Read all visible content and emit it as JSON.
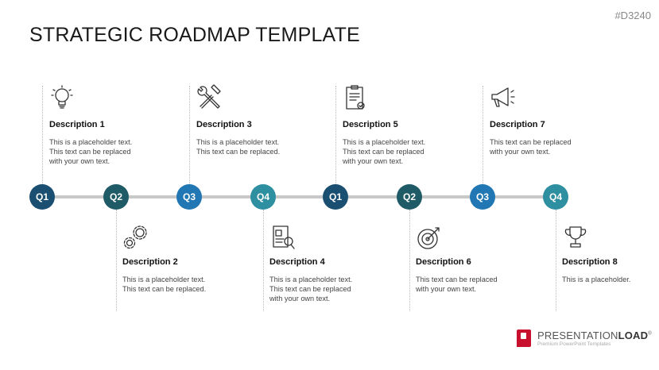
{
  "code": "#D3240",
  "title": "STRATEGIC ROADMAP TEMPLATE",
  "colors": {
    "q1": "#1b4f72",
    "q2": "#1f5b66",
    "q3": "#2077b3",
    "q4": "#2e8fa0",
    "track": "#c8c8c8"
  },
  "nodes": [
    "Q1",
    "Q2",
    "Q3",
    "Q4",
    "Q1",
    "Q2",
    "Q3",
    "Q4"
  ],
  "items": [
    {
      "title": "Description 1",
      "text": "This is a placeholder text. This text can be replaced with your own text.",
      "icon": "lightbulb-icon"
    },
    {
      "title": "Description 2",
      "text": "This is a placeholder text. This text can be replaced.",
      "icon": "gears-icon"
    },
    {
      "title": "Description 3",
      "text": "This is a placeholder text. This text can be replaced.",
      "icon": "tools-icon"
    },
    {
      "title": "Description 4",
      "text": "This is a placeholder text. This text can be replaced with your own text.",
      "icon": "document-search-icon"
    },
    {
      "title": "Description 5",
      "text": "This is a placeholder text. This text can be replaced with your own text.",
      "icon": "clipboard-check-icon"
    },
    {
      "title": "Description 6",
      "text": "This text can be replaced with your own text.",
      "icon": "target-icon"
    },
    {
      "title": "Description  7",
      "text": "This text can be replaced with your own text.",
      "icon": "megaphone-icon"
    },
    {
      "title": "Description 8",
      "text": "This is a placeholder.",
      "icon": "trophy-icon"
    }
  ],
  "logo": {
    "brand_light": "PRESENTATION",
    "brand_bold": "LOAD",
    "registered": "®",
    "tagline": "Premium PowerPoint Templates"
  }
}
